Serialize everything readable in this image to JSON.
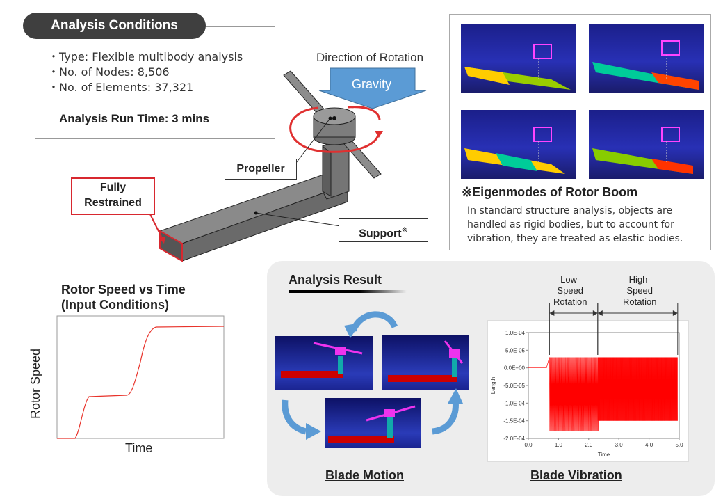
{
  "analysis_conditions": {
    "tab_label": "Analysis Conditions",
    "items": [
      "Type: Flexible multibody analysis",
      "No. of Nodes: 8,506",
      "No. of Elements: 37,321"
    ],
    "run_time": "Analysis Run Time: 3 mins"
  },
  "model": {
    "direction_label": "Direction of Rotation",
    "gravity_label": "Gravity",
    "propeller_label": "Propeller",
    "support_label": "Support",
    "support_mark": "※",
    "restrained_label": "Fully Restrained"
  },
  "eigenmodes": {
    "title": "※Eigenmodes of Rotor Boom",
    "description": "In standard structure analysis, objects are handled as rigid bodies, but to account for vibration, they are treated as elastic bodies."
  },
  "rotor_chart": {
    "title_line1": "Rotor Speed vs Time",
    "title_line2": "(Input Conditions)",
    "ylabel": "Rotor Speed",
    "xlabel": "Time"
  },
  "result": {
    "title": "Analysis Result",
    "blade_motion_caption": "Blade Motion",
    "blade_vibration_caption": "Blade Vibration",
    "low_speed_label": "Low-\nSpeed\nRotation",
    "high_speed_label": "High-\nSpeed\nRotation"
  },
  "chart_data": {
    "type": "line",
    "ylabel": "Length",
    "xlabel": "Time",
    "yticks": [
      "1.0E-04",
      "5.0E-05",
      "0.0E+00",
      "-5.0E-05",
      "-1.0E-04",
      "-1.5E-04",
      "-2.0E-04"
    ],
    "ytick_values": [
      0.0001,
      5e-05,
      0,
      -5e-05,
      -0.0001,
      -0.00015,
      -0.0002
    ],
    "xticks": [
      "0.0",
      "1.0",
      "2.0",
      "3.0",
      "4.0",
      "5.0"
    ],
    "xtick_values": [
      0,
      1,
      2,
      3,
      4,
      5
    ],
    "xlim": [
      0,
      5
    ],
    "ylim": [
      -0.0002,
      0.0001
    ],
    "series": [
      {
        "color": "#ff0000",
        "upper_envelope": 3e-05,
        "lower_envelope_low_speed": -0.00018,
        "lower_envelope_high_speed": -0.00015
      }
    ],
    "regions": [
      {
        "x": [
          0.7,
          2.3
        ]
      },
      {
        "x": [
          2.3,
          4.95
        ]
      }
    ]
  }
}
